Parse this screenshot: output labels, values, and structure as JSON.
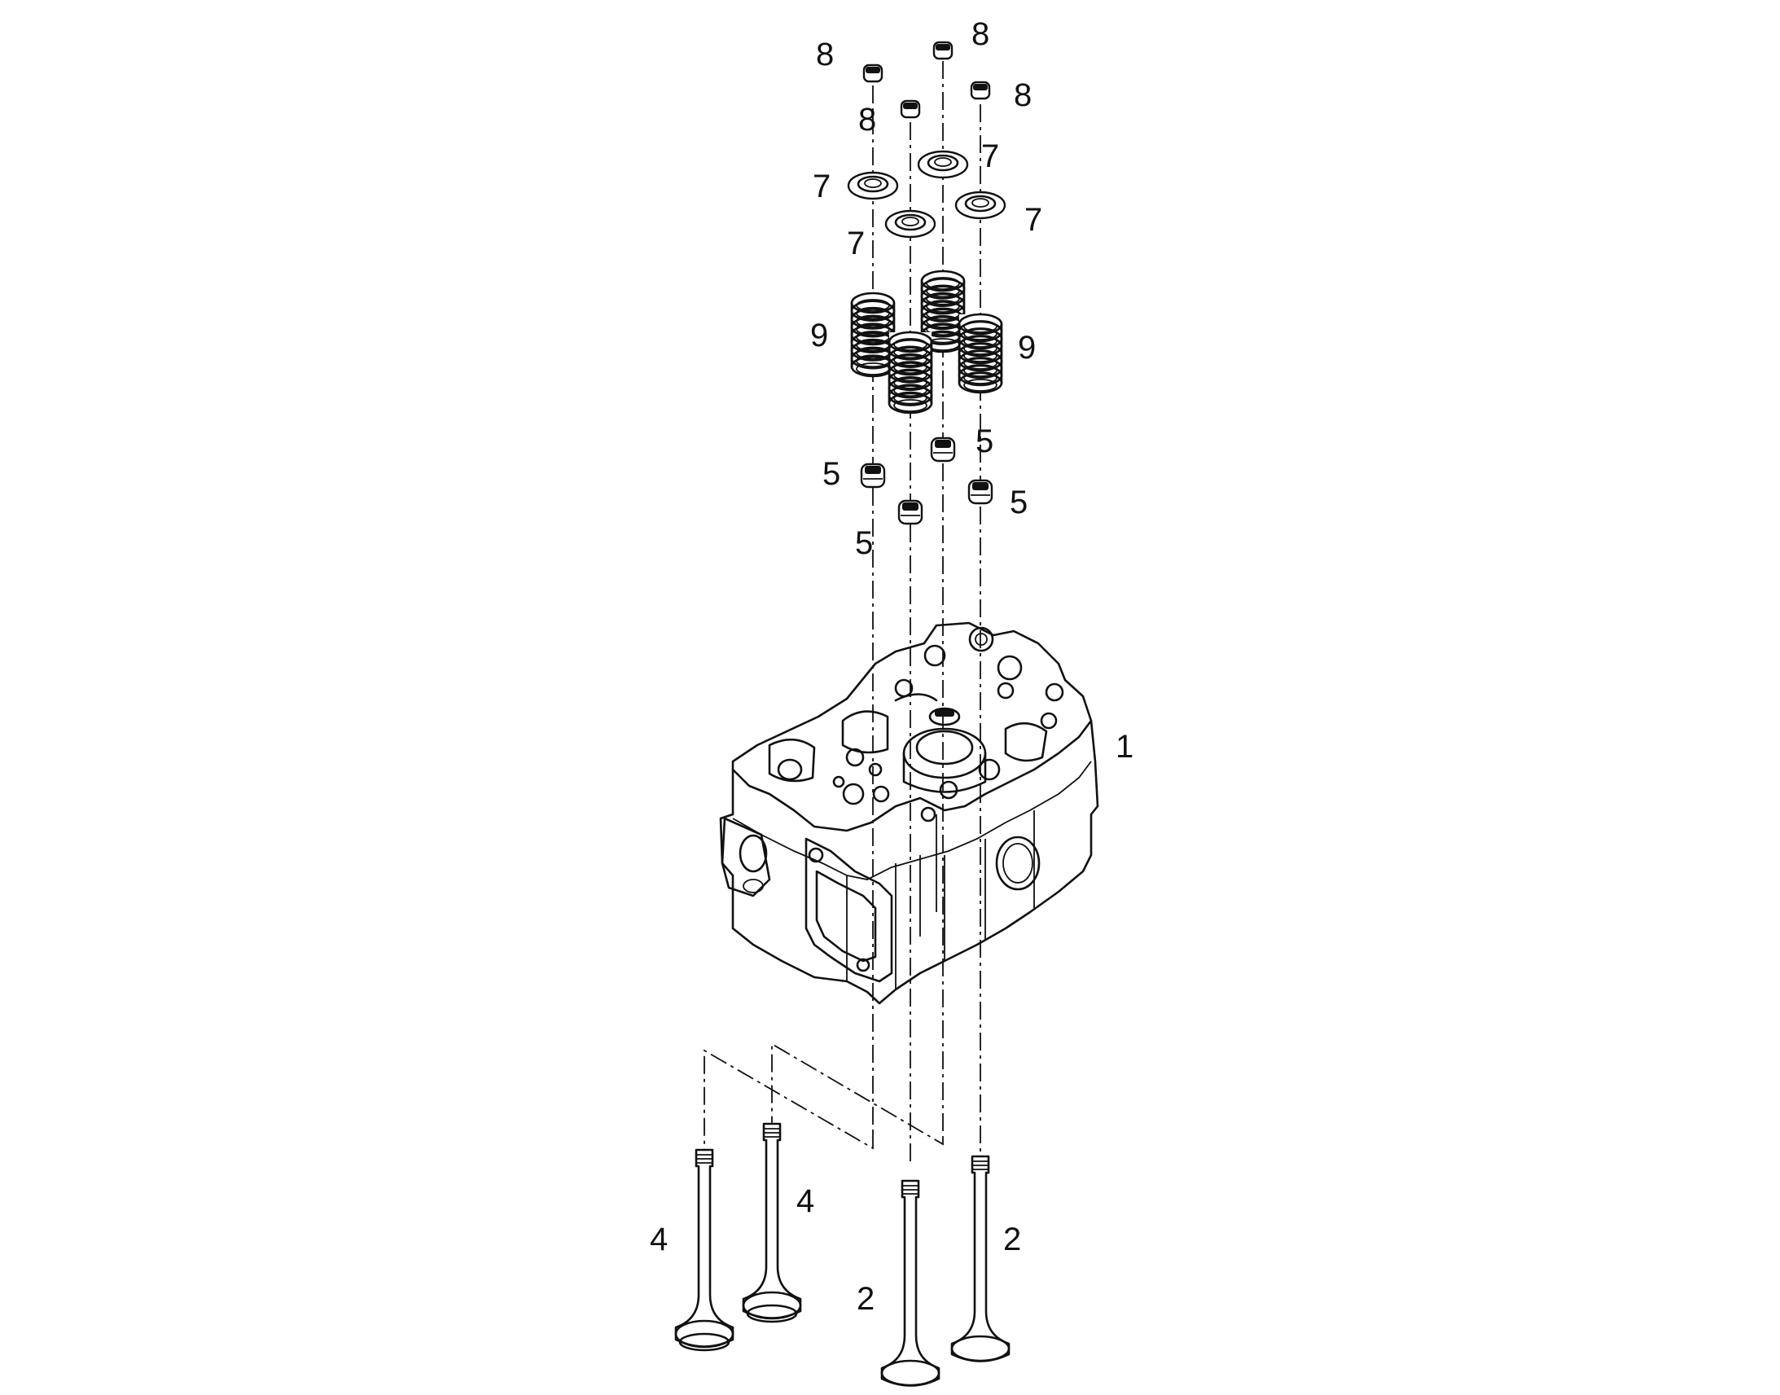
{
  "callouts": {
    "c8a": "8",
    "c8b": "8",
    "c8c": "8",
    "c8d": "8",
    "c7a": "7",
    "c7b": "7",
    "c7c": "7",
    "c7d": "7",
    "c9a": "9",
    "c9b": "9",
    "c5a": "5",
    "c5b": "5",
    "c5c": "5",
    "c5d": "5",
    "c1": "1",
    "c4a": "4",
    "c4b": "4",
    "c2a": "2",
    "c2b": "2"
  },
  "colors": {
    "line": "#111111",
    "background": "#ffffff"
  }
}
